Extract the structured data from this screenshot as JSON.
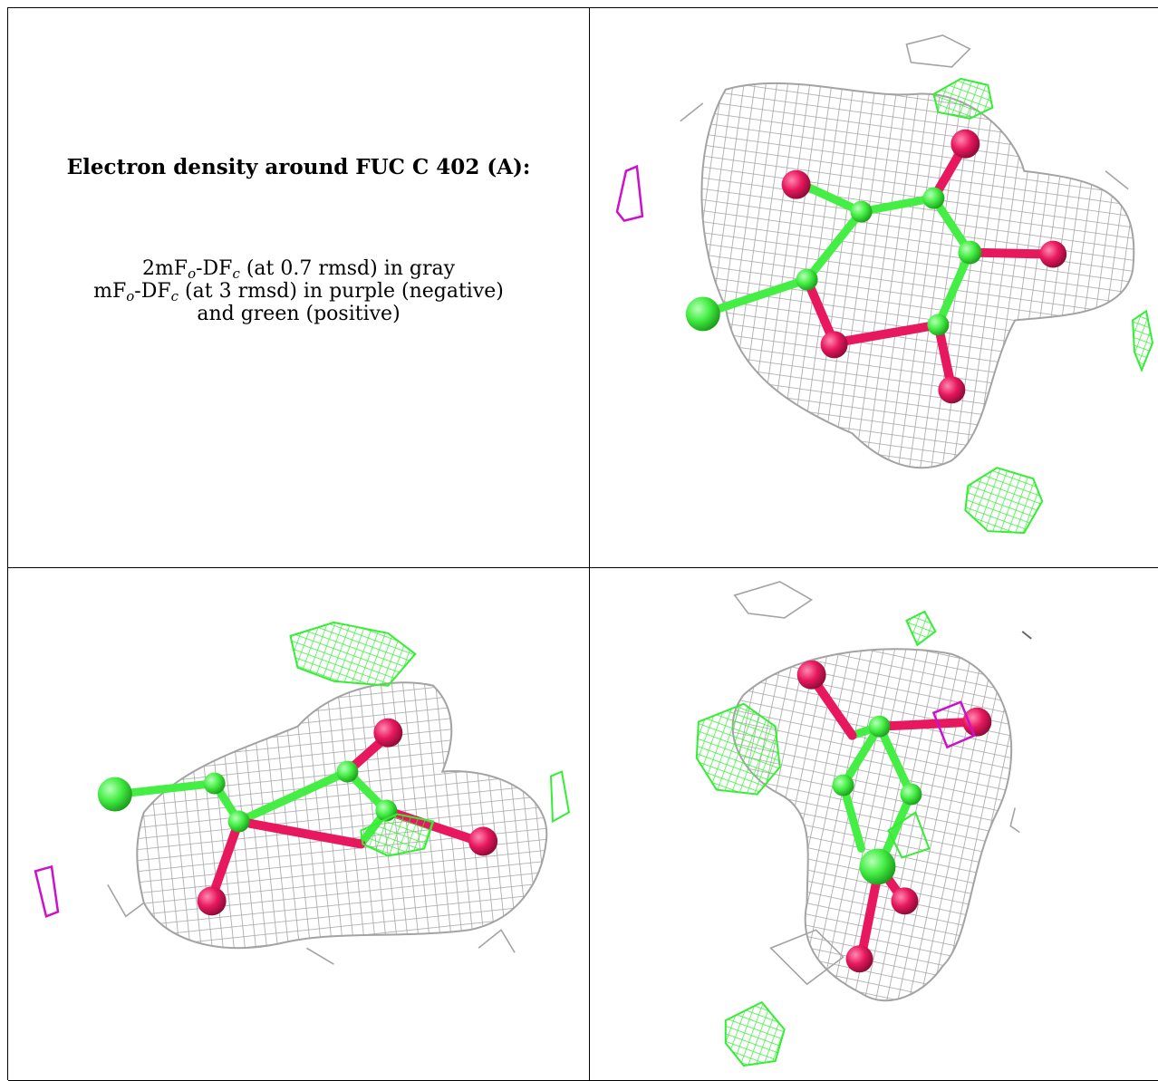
{
  "panel_text": {
    "title": "Electron density around FUC C 402 (A):",
    "map_2fofc": {
      "prefix": "2mF",
      "sub_o": "o",
      "mid": "-DF",
      "sub_c": "c",
      "suffix": " (at 0.7 rmsd) in gray"
    },
    "map_fofc": {
      "prefix": "mF",
      "sub_o": "o",
      "mid": "-DF",
      "sub_c": "c",
      "suffix": " (at 3 rmsd) in purple (negative)"
    },
    "map_fofc_cont": "and green (positive)"
  },
  "colors": {
    "mesh_gray": "#a3a3a3",
    "mesh_green": "#33ee33",
    "mesh_purple": "#cc11cc",
    "carbon": "#44ee44",
    "oxygen": "#e8185f",
    "border": "#000000"
  },
  "views": [
    {
      "name": "view-1",
      "atoms": [
        "carbon",
        "oxygen"
      ],
      "difference_map": [
        "positive",
        "negative"
      ]
    },
    {
      "name": "view-2",
      "atoms": [
        "carbon",
        "oxygen"
      ],
      "difference_map": [
        "positive",
        "negative"
      ]
    },
    {
      "name": "view-3",
      "atoms": [
        "carbon",
        "oxygen"
      ],
      "difference_map": [
        "positive",
        "negative"
      ]
    }
  ]
}
